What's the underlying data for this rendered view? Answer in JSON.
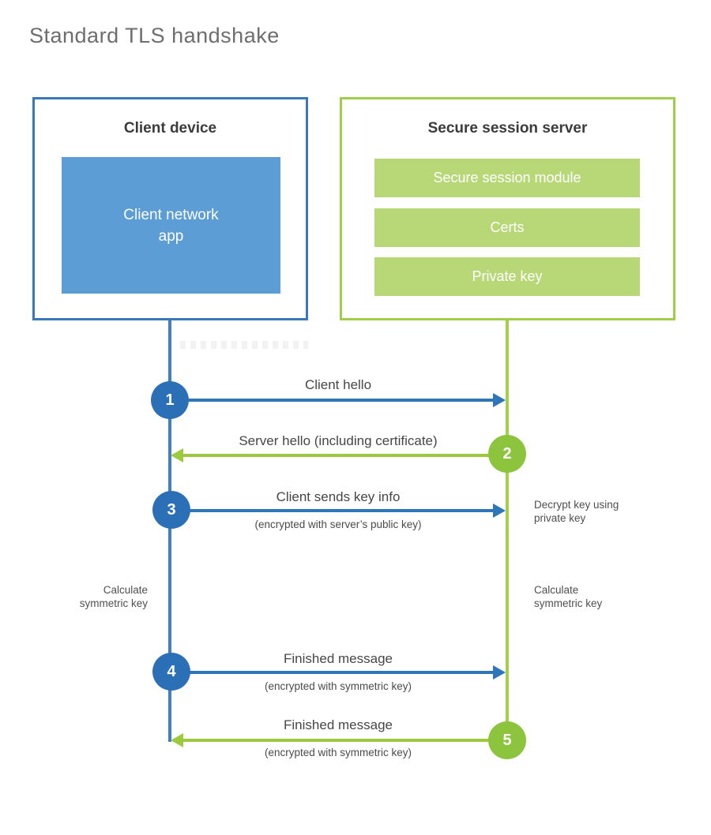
{
  "title": "Standard TLS handshake",
  "colors": {
    "client_border_blue": "#3a78bb",
    "client_app_blue": "#5b9dd4",
    "circle_blue": "#2b70b7",
    "arrow_blue": "#2e75b9",
    "server_border_green": "#a0cd4a",
    "server_bar_green": "#b8d878",
    "circle_green": "#8cc53d",
    "arrow_green": "#9dc93e"
  },
  "client": {
    "title": "Client device",
    "app_label": "Client network\napp"
  },
  "server": {
    "title": "Secure session server",
    "modules": [
      "Secure session module",
      "Certs",
      "Private key"
    ]
  },
  "steps": [
    {
      "num": "1",
      "direction": "right",
      "label": "Client hello",
      "sub": ""
    },
    {
      "num": "2",
      "direction": "left",
      "label": "Server hello (including certificate)",
      "sub": ""
    },
    {
      "num": "3",
      "direction": "right",
      "label": "Client sends key info",
      "sub": "(encrypted with server’s public key)"
    },
    {
      "num": "4",
      "direction": "right",
      "label": "Finished message",
      "sub": "(encrypted with symmetric key)"
    },
    {
      "num": "5",
      "direction": "left",
      "label": "Finished message",
      "sub": "(encrypted with symmetric key)"
    }
  ],
  "annotations": {
    "decrypt": "Decrypt key using\nprivate key",
    "calc_left": "Calculate\nsymmetric key",
    "calc_right": "Calculate\nsymmetric key"
  }
}
